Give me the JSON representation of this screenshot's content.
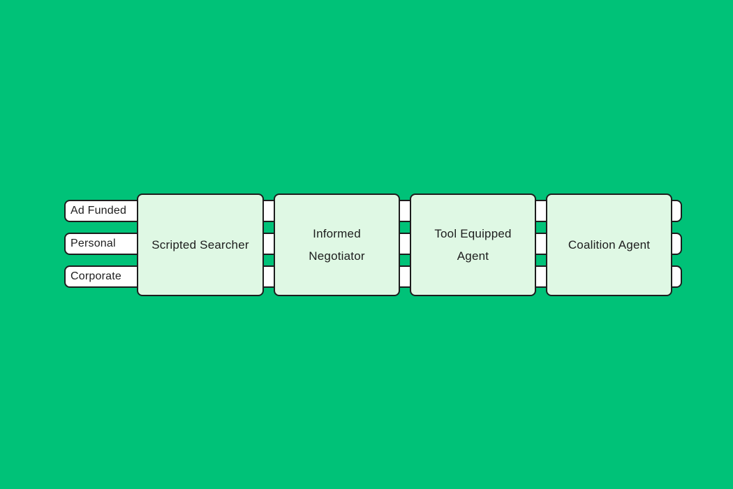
{
  "diagram": {
    "lanes": [
      {
        "label": "Ad Funded"
      },
      {
        "label": "Personal"
      },
      {
        "label": "Corporate"
      }
    ],
    "stages": [
      {
        "title": "Scripted Searcher"
      },
      {
        "title": "Informed\nNegotiator"
      },
      {
        "title": "Tool Equipped\nAgent"
      },
      {
        "title": "Coalition Agent"
      }
    ],
    "colors": {
      "background": "#00C278",
      "stage_fill": "#DFF8E4",
      "lane_fill": "#FFFFFF",
      "border": "#1D1D1D",
      "text": "#1D1D1D"
    }
  }
}
